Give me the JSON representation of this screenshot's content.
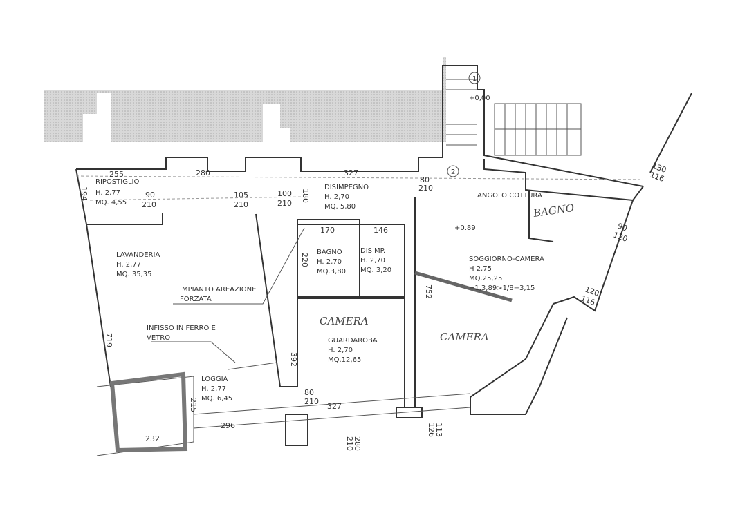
{
  "rooms": {
    "ripostiglio": {
      "name": "RIPOSTIGLIO",
      "height": "H. 2,77",
      "area": "MQ. 4,55"
    },
    "lavanderia": {
      "name": "LAVANDERIA",
      "height": "H. 2,77",
      "area": "MQ. 35,35"
    },
    "disimpegno": {
      "name": "DISIMPEGNO",
      "height": "H. 2,70",
      "area": "MQ. 5,80"
    },
    "bagno": {
      "name": "BAGNO",
      "height": "H. 2,70",
      "area": "MQ.3,80"
    },
    "disimp": {
      "name": "DISIMP.",
      "height": "H. 2,70",
      "area": "MQ. 3,20"
    },
    "guardaroba": {
      "name": "GUARDAROBA",
      "height": "H. 2,70",
      "area": "MQ.12,65",
      "handwritten": "CAMERA"
    },
    "loggia": {
      "name": "LOGGIA",
      "height": "H. 2,77",
      "area": "MQ. 6,45"
    },
    "soggiorno": {
      "name": "SOGGIORNO-CAMERA",
      "height": "H 2,75",
      "area": "MQ.25,25",
      "ratio": "=1,3,89>1/8=3,15",
      "handwritten": "CAMERA"
    },
    "angolo": {
      "name": "ANGOLO COTTURA",
      "handwritten": "BAGNO"
    }
  },
  "notes": {
    "impianto_1": "IMPIANTO AREAZIONE",
    "impianto_2": "FORZATA",
    "infisso_1": "INFISSO IN FERRO E",
    "infisso_2": "VETRO"
  },
  "levels": {
    "l1": "+0,00",
    "l2": "+0.89"
  },
  "stairs": {
    "s1": "1",
    "s2": "2"
  },
  "dims": {
    "d255": "255",
    "d280": "280",
    "d327a": "327",
    "d194": "194",
    "d90a": "90",
    "d210a": "210",
    "d105": "105",
    "d210b": "210",
    "d100": "100",
    "d210c": "210",
    "d180": "180",
    "d80a": "80",
    "d210d": "210",
    "d170": "170",
    "d146": "146",
    "d220": "220",
    "d719": "719",
    "d392": "392",
    "d752": "752",
    "d215": "215",
    "d296": "296",
    "d232": "232",
    "d80b": "80",
    "d210e": "210",
    "d327b": "327",
    "d280b": "280",
    "d210f": "210",
    "d113": "113",
    "d126": "126",
    "d130": "130",
    "d116a": "116",
    "d90b": "90",
    "d120a": "120",
    "d120b": "120",
    "d116b": "116"
  }
}
